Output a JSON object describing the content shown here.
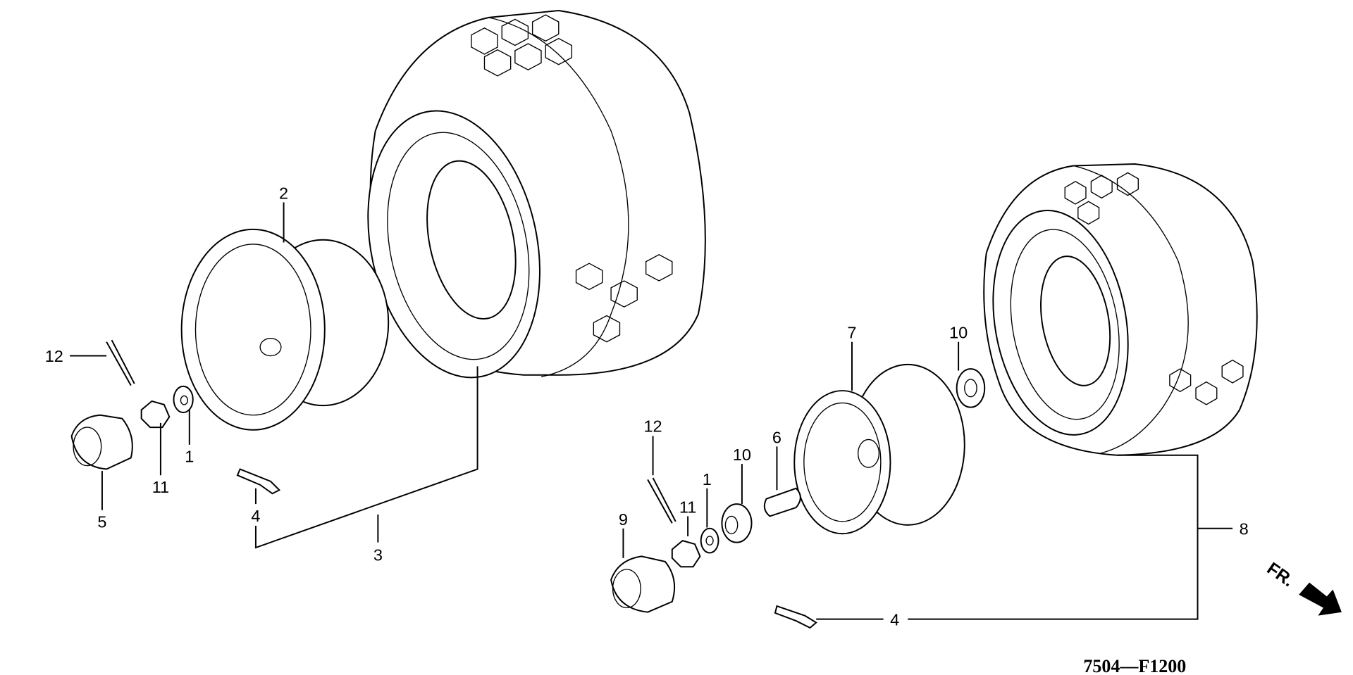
{
  "diagram": {
    "figure_code": "7504—F1200",
    "direction_label": "FR.",
    "callouts": {
      "left": {
        "c2": "2",
        "c12": "12",
        "c1": "1",
        "c11": "11",
        "c5": "5",
        "c4": "4",
        "c3": "3"
      },
      "right": {
        "c12": "12",
        "c11": "11",
        "c1": "1",
        "c10a": "10",
        "c6": "6",
        "c7": "7",
        "c10b": "10",
        "c9": "9",
        "c8": "8",
        "c4": "4"
      }
    }
  }
}
